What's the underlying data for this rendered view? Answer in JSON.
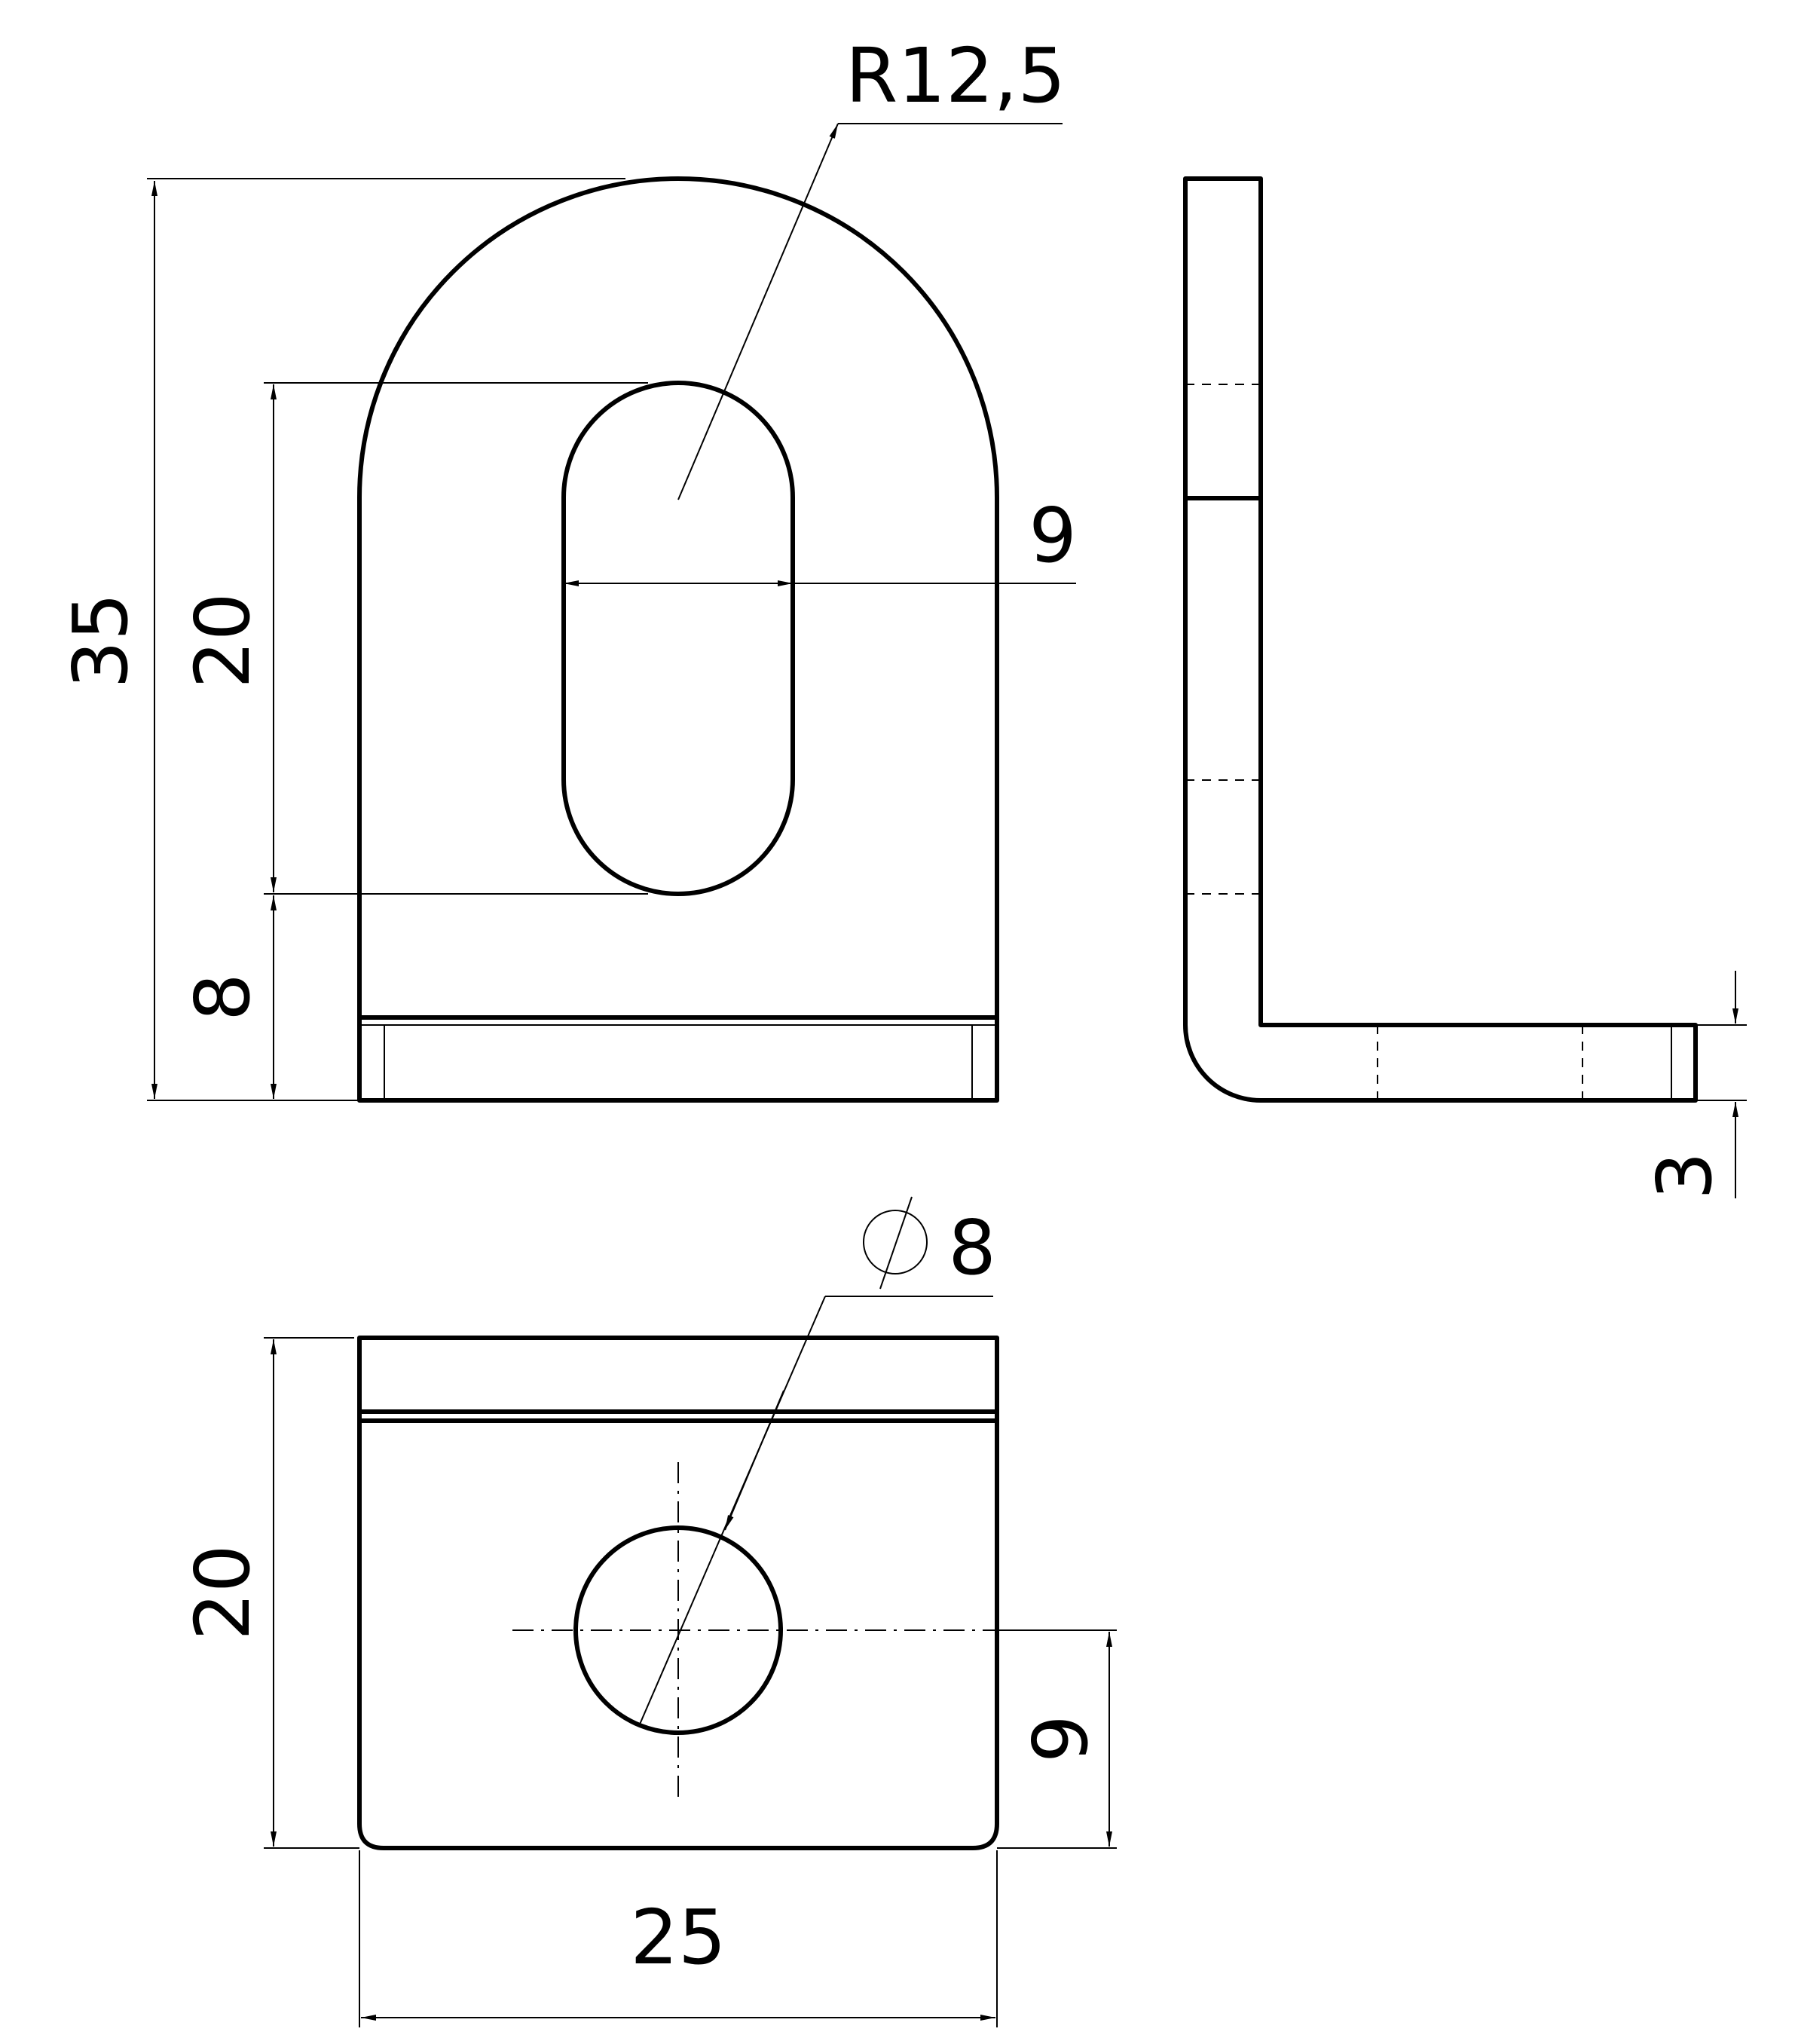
{
  "dimensions": {
    "radius": "R12,5",
    "front_total_height": "35",
    "front_slot_length": "20",
    "front_bottom_offset": "8",
    "front_slot_width": "9",
    "side_thickness": "3",
    "bottom_hole_diameter": "8",
    "bottom_height": "20",
    "bottom_hole_offset": "9",
    "bottom_width": "25"
  },
  "symbols": {
    "diameter": "diameter-symbol"
  }
}
